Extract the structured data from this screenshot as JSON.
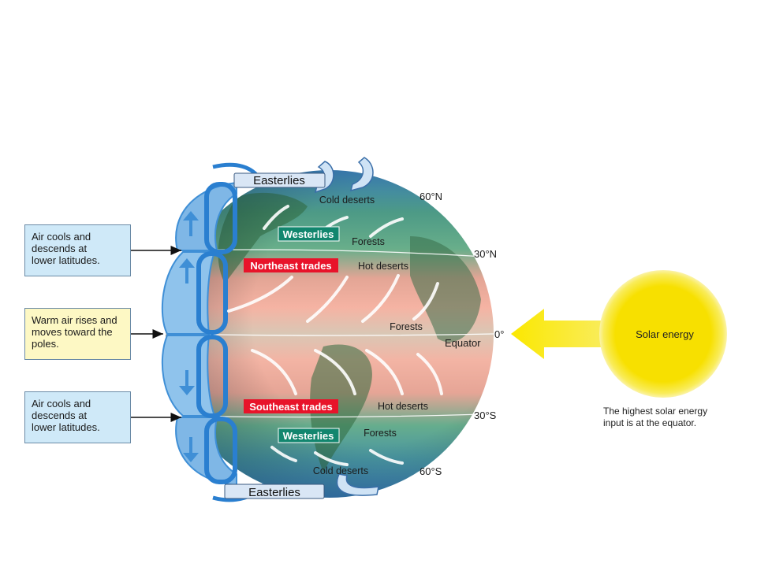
{
  "boxes": {
    "top": {
      "lines": [
        "Air cools and",
        "descends at",
        "lower latitudes."
      ]
    },
    "middle": {
      "lines": [
        "Warm air rises and",
        "moves toward the",
        "poles."
      ]
    },
    "bottom": {
      "lines": [
        "Air cools and",
        "descends at",
        "lower latitudes."
      ]
    }
  },
  "wind_belts": {
    "easterlies_north": "Easterlies",
    "westerlies_north": "Westerlies",
    "northeast_trades": "Northeast trades",
    "southeast_trades": "Southeast trades",
    "westerlies_south": "Westerlies",
    "easterlies_south": "Easterlies"
  },
  "biomes": {
    "cold_deserts_north": "Cold deserts",
    "forests_north": "Forests",
    "hot_deserts_north": "Hot deserts",
    "forests_equator": "Forests",
    "hot_deserts_south": "Hot deserts",
    "forests_south": "Forests",
    "cold_deserts_south": "Cold deserts"
  },
  "latitudes": {
    "n60": "60°N",
    "n30": "30°N",
    "zero": "0°",
    "equator": "Equator",
    "s30": "30°S",
    "s60": "60°S"
  },
  "sun": {
    "label": "Solar energy",
    "caption_lines": [
      "The highest solar energy",
      "input is at the equator."
    ]
  },
  "colors": {
    "westerlies_badge": "#12866e",
    "trades_badge": "#e8132a",
    "sun": "#f7e000",
    "box_blue": "#cfe9f8",
    "box_yellow": "#fdf8c4",
    "cell_blue": "#3f8fd6"
  }
}
